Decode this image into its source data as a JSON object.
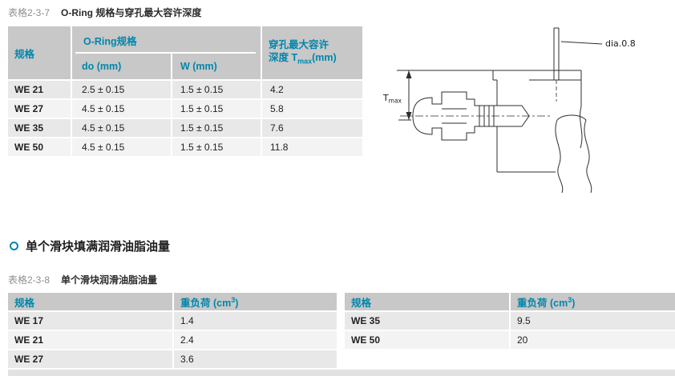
{
  "colors": {
    "accent_blue": "#0086ac",
    "table_header_bg": "#c8c8c8",
    "row_shade_dark": "#e8e8e8",
    "row_shade_light": "#f3f3f3"
  },
  "table1": {
    "tag": "表格2-3-7",
    "title": "O-Ring 规格与穿孔最大容许深度",
    "header": {
      "spec": "规格",
      "oring_group": "O-Ring规格",
      "do_col": "do (mm)",
      "w_col": "W (mm)",
      "depth_line1": "穿孔最大容许",
      "depth_line2_pre": "深度 T",
      "depth_line2_sub": "max",
      "depth_line2_post": "(mm)"
    },
    "rows": [
      {
        "spec": "WE 21",
        "do_val": "2.5 ± 0.15",
        "w_val": "1.5 ± 0.15",
        "tmax": "4.2"
      },
      {
        "spec": "WE 27",
        "do_val": "4.5 ± 0.15",
        "w_val": "1.5 ± 0.15",
        "tmax": "5.8"
      },
      {
        "spec": "WE 35",
        "do_val": "4.5 ± 0.15",
        "w_val": "1.5 ± 0.15",
        "tmax": "7.6"
      },
      {
        "spec": "WE 50",
        "do_val": "4.5 ± 0.15",
        "w_val": "1.5 ± 0.15",
        "tmax": "11.8"
      }
    ]
  },
  "diagram": {
    "dia_label": "dia.0.8",
    "tmax_pre": "T",
    "tmax_sub": "max"
  },
  "section": {
    "heading": "单个滑块填满润滑油脂油量"
  },
  "table2": {
    "tag": "表格2-3-8",
    "title": "单个滑块润滑油脂油量",
    "header_spec": "规格",
    "header_qty_pre": "重负荷 (cm",
    "header_qty_sup": "3",
    "header_qty_post": ")",
    "left_rows": [
      {
        "spec": "WE 17",
        "qty": "1.4"
      },
      {
        "spec": "WE 21",
        "qty": "2.4"
      },
      {
        "spec": "WE 27",
        "qty": "3.6"
      }
    ],
    "right_rows": [
      {
        "spec": "WE 35",
        "qty": "9.5"
      },
      {
        "spec": "WE 50",
        "qty": "20"
      }
    ]
  }
}
